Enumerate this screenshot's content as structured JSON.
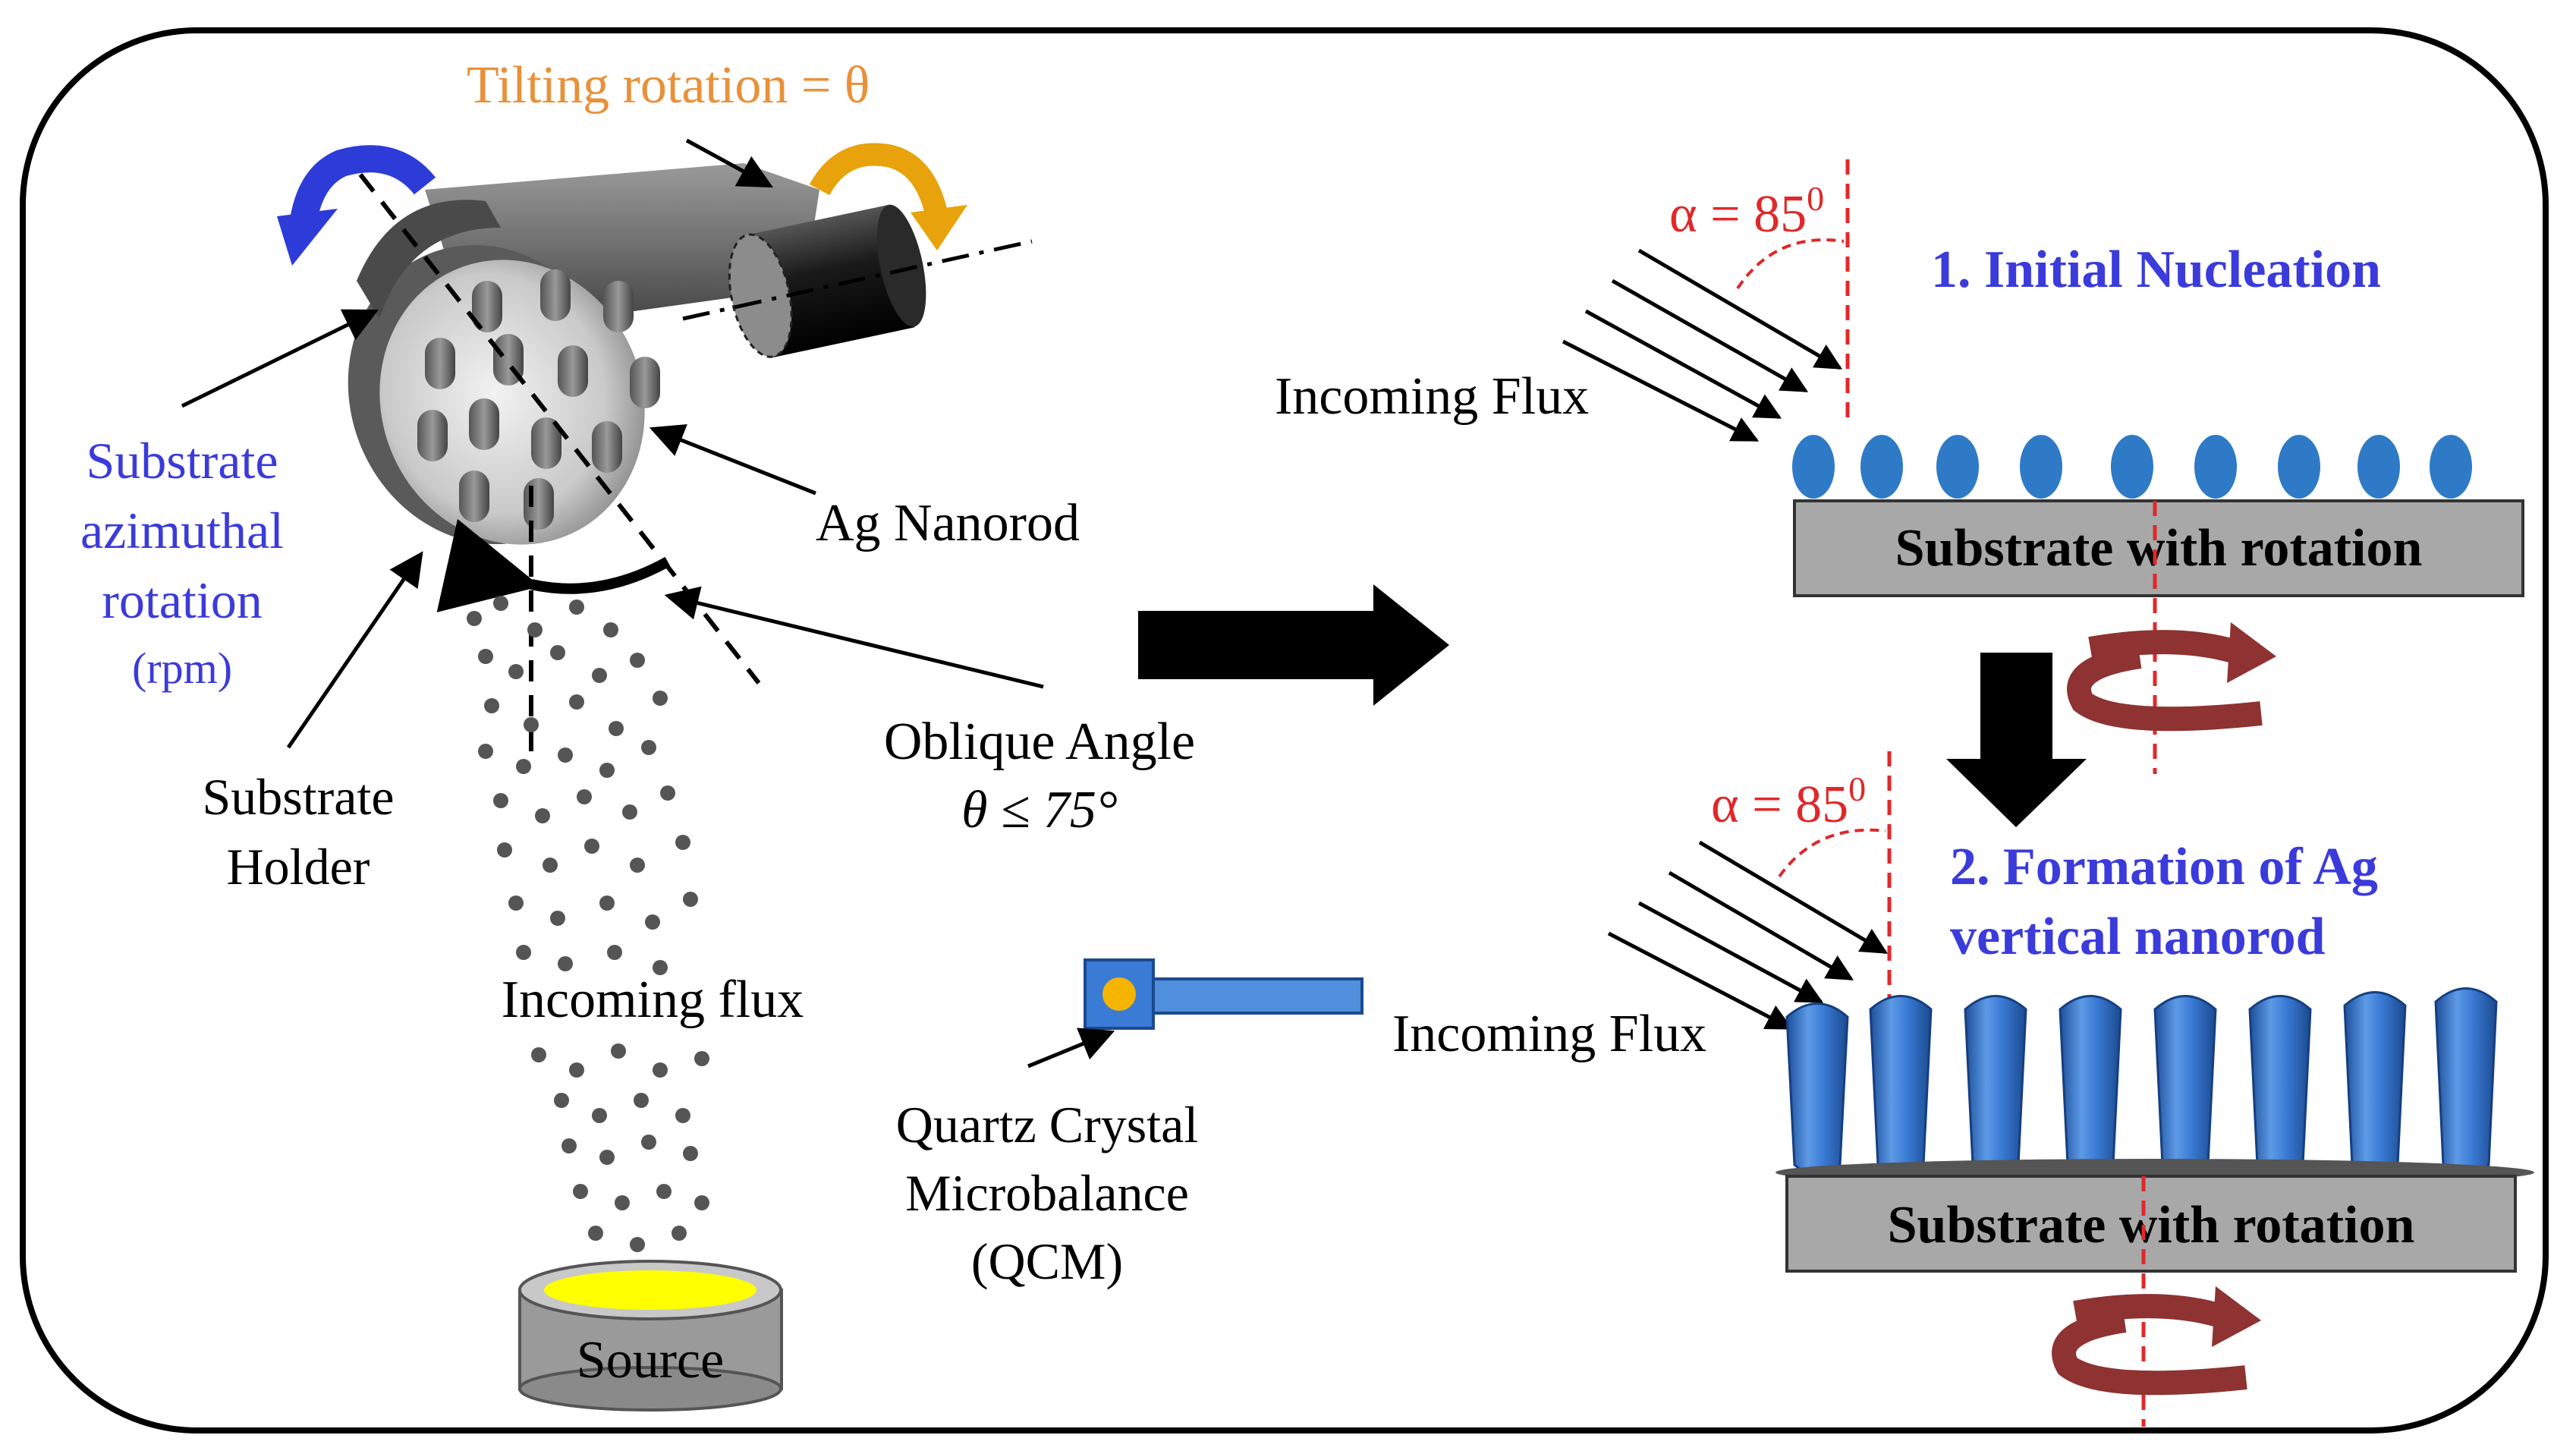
{
  "colors": {
    "orange": "#e8913a",
    "blue_label": "#3b3bdb",
    "red": "#e0282a",
    "drop_blue": "#2f7ac6",
    "rod_blue": "#3a7bd5",
    "gold_arrow": "#e8a20c",
    "blue_arrow": "#2d3bd8",
    "gray_block": "#a8a8a8",
    "maroon": "#8e3232",
    "source_yellow": "#ffff00"
  },
  "left": {
    "tilting_label": "Tilting rotation = θ",
    "azimuthal_label_lines": [
      "Substrate",
      "azimuthal",
      "rotation",
      "(rpm)"
    ],
    "holder_label_lines": [
      "Substrate",
      "Holder"
    ],
    "nanorod_label": "Ag Nanorod",
    "oblique_label": "Oblique Angle",
    "oblique_value": "θ ≤ 75°",
    "incoming_flux_label": "Incoming flux",
    "source_label": "Source",
    "qcm_label_lines": [
      "Quartz Crystal",
      "Microbalance",
      "(QCM)"
    ]
  },
  "right": {
    "step1": {
      "title": "1. Initial Nucleation",
      "alpha_label": "α = 85",
      "alpha_sup": "0",
      "flux_label": "Incoming Flux",
      "substrate_label": "Substrate with rotation"
    },
    "step2": {
      "title_lines": [
        "2. Formation of  Ag",
        "vertical nanorod"
      ],
      "alpha_label": "α = 85",
      "alpha_sup": "0",
      "flux_label": "Incoming Flux",
      "substrate_label": "Substrate with rotation"
    }
  }
}
